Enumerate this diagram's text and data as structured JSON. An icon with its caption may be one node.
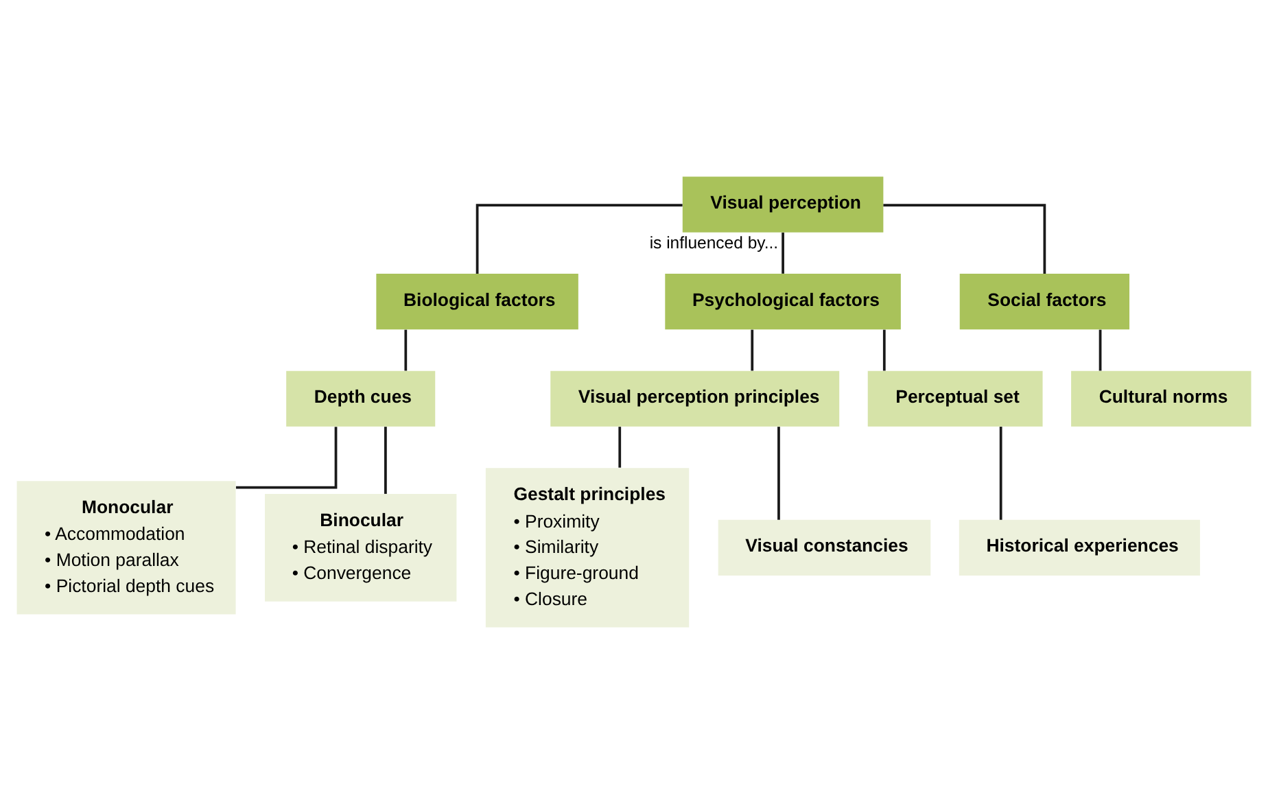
{
  "diagram": {
    "nodes": [
      {
        "text": [
          "Visual perception"
        ]
      },
      {
        "text": [
          "Biological factors"
        ]
      },
      {
        "text": [
          "Psychological factors"
        ]
      },
      {
        "text": [
          "Social factors"
        ]
      },
      {
        "text": [
          "Depth cues"
        ]
      },
      {
        "text": [
          "Visual perception principles"
        ]
      },
      {
        "text": [
          "Perceptual set"
        ]
      },
      {
        "text": [
          "Cultural norms"
        ]
      },
      {
        "text": [
          "Monocular",
          "• Accommodation",
          "• Motion parallax",
          "• Pictorial depth cues"
        ]
      },
      {
        "text": [
          "Binocular",
          "• Retinal disparity",
          "• Convergence"
        ]
      },
      {
        "text": [
          "Gestalt principles",
          "• Proximity",
          "• Similarity",
          "• Figure-ground",
          "• Closure"
        ]
      },
      {
        "text": [
          "Visual constancies"
        ]
      },
      {
        "text": [
          "Historical experiences"
        ]
      }
    ],
    "edges": [
      {
        "from": 0,
        "to": 1,
        "arrow": "none"
      },
      {
        "from": 0,
        "to": 2,
        "arrow": "none",
        "label": "is influenced by..."
      },
      {
        "from": 0,
        "to": 3,
        "arrow": "none"
      },
      {
        "from": 1,
        "to": 4,
        "arrow": "none"
      },
      {
        "from": 2,
        "to": 5,
        "arrow": "none"
      },
      {
        "from": 2,
        "to": 6,
        "arrow": "none"
      },
      {
        "from": 3,
        "to": 7,
        "arrow": "none"
      },
      {
        "from": 4,
        "to": 8,
        "arrow": "none"
      },
      {
        "from": 4,
        "to": 9,
        "arrow": "none"
      },
      {
        "from": 5,
        "to": 10,
        "arrow": "none"
      },
      {
        "from": 5,
        "to": 11,
        "arrow": "none"
      },
      {
        "from": 6,
        "to": 12,
        "arrow": "none"
      }
    ]
  }
}
